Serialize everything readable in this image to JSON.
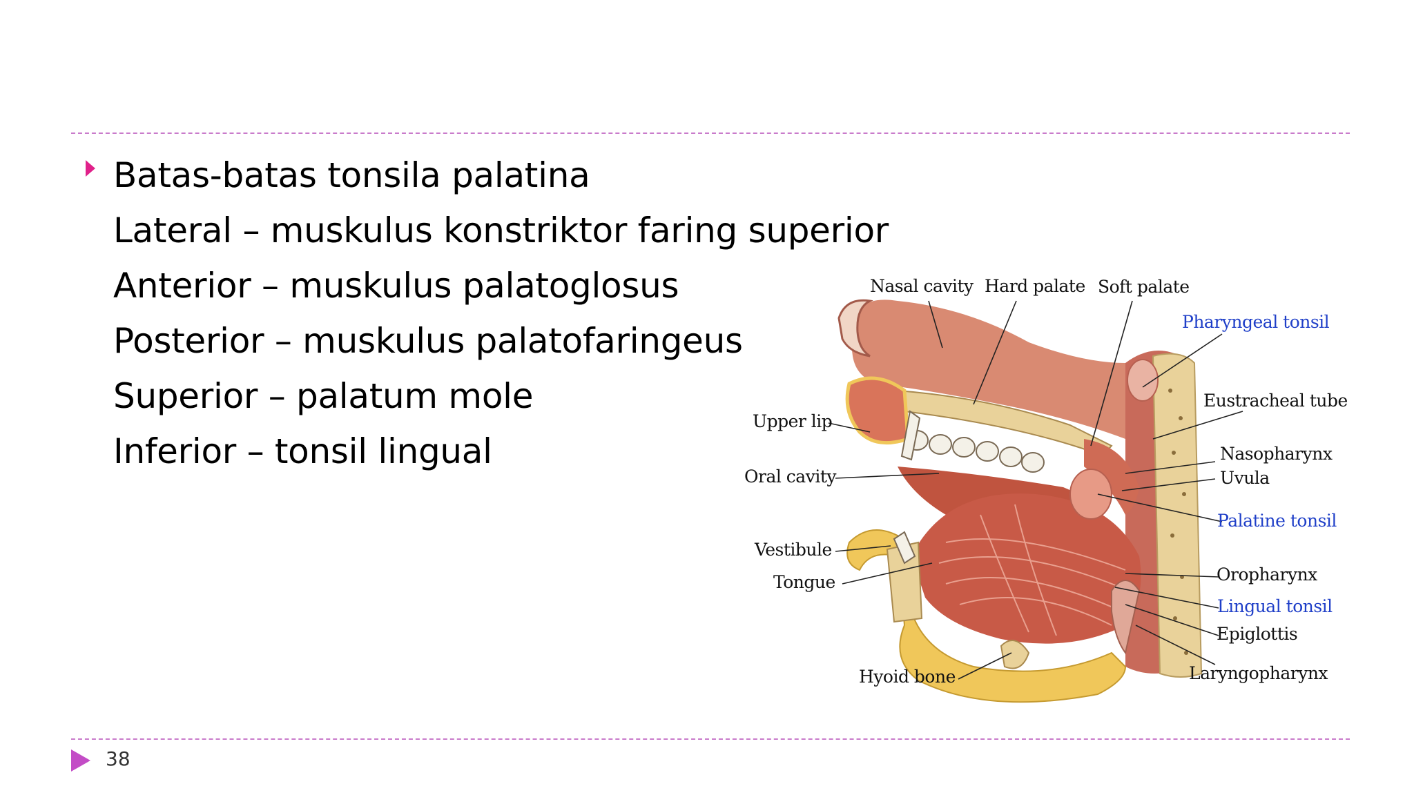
{
  "slide": {
    "heading": "Batas-batas tonsila palatina",
    "lines": [
      "Lateral – muskulus konstriktor faring superior",
      "Anterior – muskulus palatoglosus",
      "Posterior – muskulus palatofaringeus",
      "Superior – palatum mole",
      "Inferior – tonsil lingual"
    ],
    "page_number": "38"
  },
  "figure": {
    "labels": {
      "nasal_cavity": "Nasal cavity",
      "hard_palate": "Hard palate",
      "soft_palate": "Soft palate",
      "pharyngeal_tonsil": "Pharyngeal tonsil",
      "eustracheal_tube": "Eustracheal tube",
      "upper_lip": "Upper lip",
      "nasopharynx": "Nasopharynx",
      "uvula": "Uvula",
      "oral_cavity": "Oral cavity",
      "palatine_tonsil": "Palatine tonsil",
      "vestibule": "Vestibule",
      "tongue": "Tongue",
      "oropharynx": "Oropharynx",
      "lingual_tonsil": "Lingual tonsil",
      "epiglottis": "Epiglottis",
      "hyoid_bone": "Hyoid bone",
      "laryngopharynx": "Laryngopharynx"
    },
    "colors": {
      "tissue": "#d7745d",
      "muscle": "#c85a47",
      "bone": "#e9d29a",
      "fat": "#f0c75a",
      "label_highlight": "#1f3fc8"
    }
  },
  "colors": {
    "bullet": "#e0218a",
    "rule": "#c97bcb",
    "footer_arrow": "#c34cc6"
  }
}
